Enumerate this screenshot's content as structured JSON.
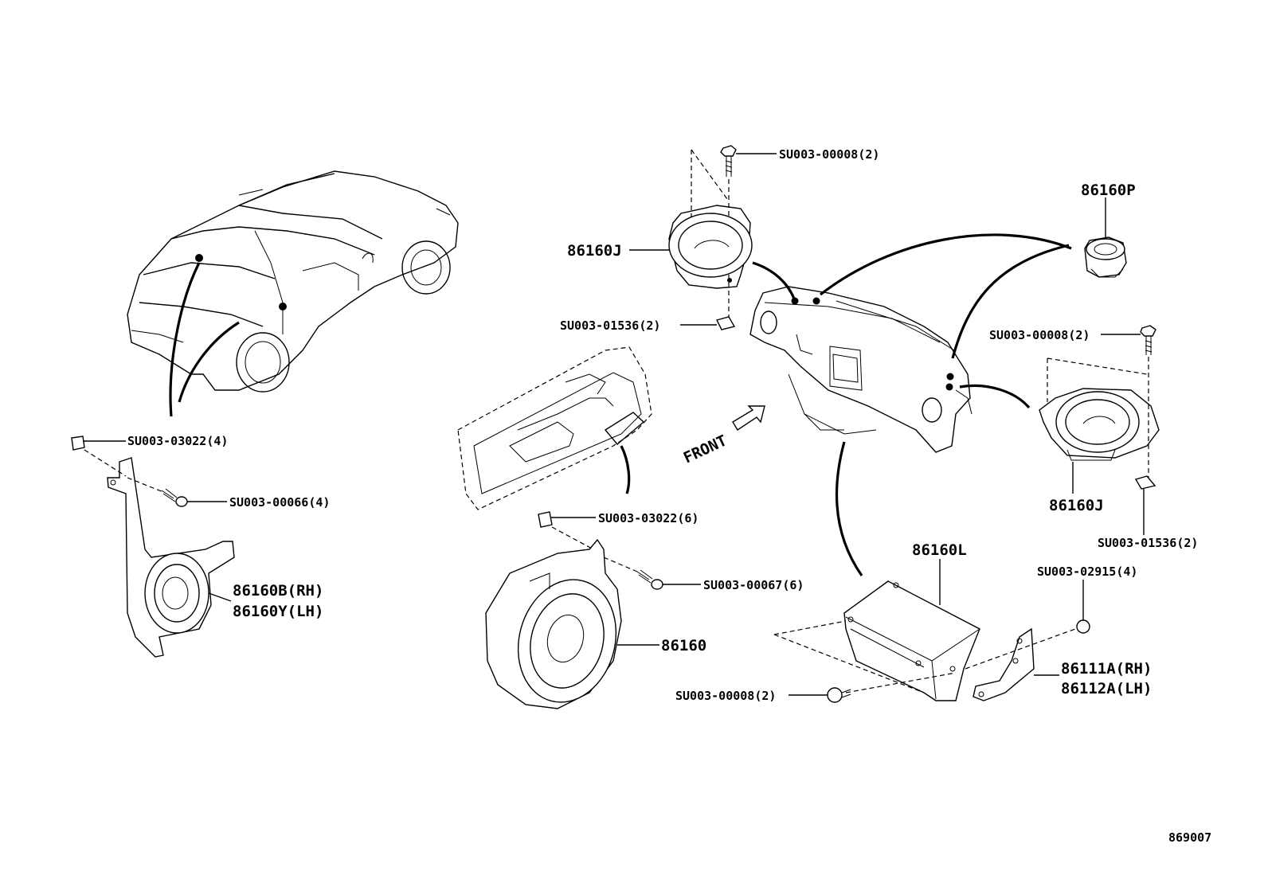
{
  "labels": {
    "car_fastener_clip": "SU003-03022(4)",
    "car_screw": "SU003-00066(4)",
    "rear_speaker_rh": "86160B(RH)",
    "rear_speaker_lh": "86160Y(LH)",
    "top_bolt": "SU003-00008(2)",
    "tweeter_left": "86160J",
    "tweeter_nut_left": "SU003-01536(2)",
    "door_clip": "SU003-03022(6)",
    "door_screw": "SU003-00067(6)",
    "door_speaker": "86160",
    "center_speaker": "86160P",
    "right_bolt": "SU003-00008(2)",
    "tweeter_right": "86160J",
    "tweeter_nut_right": "SU003-01536(2)",
    "amplifier": "86160L",
    "bracket_bolt": "SU003-02915(4)",
    "bracket_rh": "86111A(RH)",
    "bracket_lh": "86112A(LH)",
    "amp_bolt": "SU003-00008(2)",
    "front_arrow": "FRONT",
    "figure_number": "869007"
  }
}
